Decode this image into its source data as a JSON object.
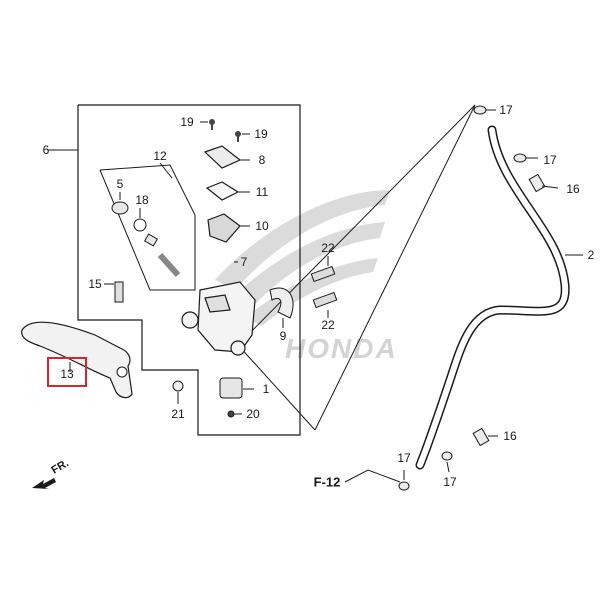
{
  "diagram": {
    "labels": [
      {
        "id": "p1",
        "text": "1"
      },
      {
        "id": "p2",
        "text": "2"
      },
      {
        "id": "p5",
        "text": "5"
      },
      {
        "id": "p6",
        "text": "6"
      },
      {
        "id": "p7",
        "text": "7"
      },
      {
        "id": "p8",
        "text": "8"
      },
      {
        "id": "p9",
        "text": "9"
      },
      {
        "id": "p10",
        "text": "10"
      },
      {
        "id": "p11",
        "text": "11"
      },
      {
        "id": "p12",
        "text": "12"
      },
      {
        "id": "p13",
        "text": "13"
      },
      {
        "id": "p15",
        "text": "15"
      },
      {
        "id": "p16a",
        "text": "16"
      },
      {
        "id": "p16b",
        "text": "16"
      },
      {
        "id": "p17a",
        "text": "17"
      },
      {
        "id": "p17b",
        "text": "17"
      },
      {
        "id": "p17c",
        "text": "17"
      },
      {
        "id": "p17d",
        "text": "17"
      },
      {
        "id": "p18",
        "text": "18"
      },
      {
        "id": "p19a",
        "text": "19"
      },
      {
        "id": "p19b",
        "text": "19"
      },
      {
        "id": "p20",
        "text": "20"
      },
      {
        "id": "p21",
        "text": "21"
      },
      {
        "id": "p22a",
        "text": "22"
      },
      {
        "id": "p22b",
        "text": "22"
      }
    ],
    "ref_label": "F-12",
    "direction_label": "FR.",
    "watermark": "HONDA",
    "highlighted_part": "13",
    "highlight_color": "#d9262c",
    "line_color": "#1a1a1a"
  }
}
